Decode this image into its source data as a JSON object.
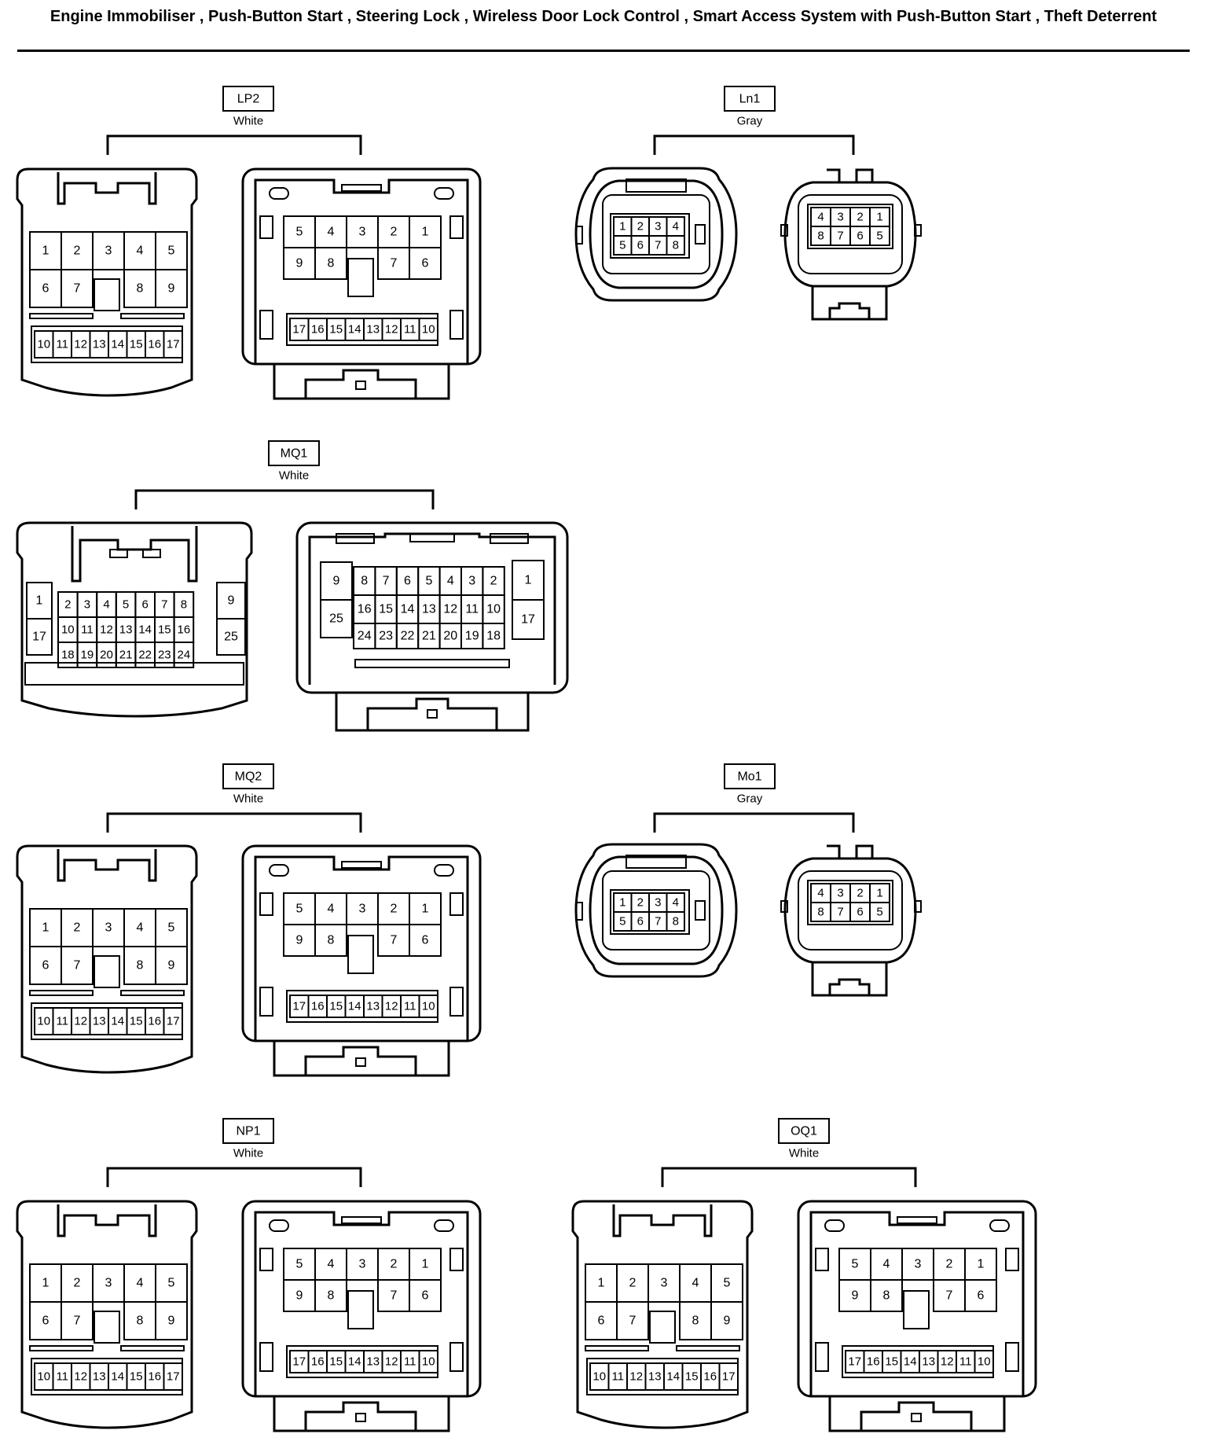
{
  "title": "Engine Immobiliser , Push-Button Start , Steering Lock , Wireless Door Lock Control , Smart Access System with Push-Button Start , Theft Deterrent",
  "colors": {
    "ink": "#000000",
    "background": "#ffffff"
  },
  "connectors": [
    {
      "id": "LP2",
      "color": "White",
      "type": "17-pin",
      "female_pins": [
        "1",
        "2",
        "3",
        "4",
        "5",
        "6",
        "7",
        "8",
        "9",
        "10",
        "11",
        "12",
        "13",
        "14",
        "15",
        "16",
        "17"
      ],
      "male_pins": [
        "5",
        "4",
        "3",
        "2",
        "1",
        "9",
        "8",
        "7",
        "6",
        "17",
        "16",
        "15",
        "14",
        "13",
        "12",
        "11",
        "10"
      ]
    },
    {
      "id": "Ln1",
      "color": "Gray",
      "type": "8-pin",
      "female_pins": [
        "1",
        "2",
        "3",
        "4",
        "5",
        "6",
        "7",
        "8"
      ],
      "male_pins": [
        "4",
        "3",
        "2",
        "1",
        "8",
        "7",
        "6",
        "5"
      ]
    },
    {
      "id": "MQ1",
      "color": "White",
      "type": "25-pin",
      "female_pins": [
        "1",
        "2",
        "3",
        "4",
        "5",
        "6",
        "7",
        "8",
        "9",
        "17",
        "10",
        "11",
        "12",
        "13",
        "14",
        "15",
        "16",
        "25",
        "18",
        "19",
        "20",
        "21",
        "22",
        "23",
        "24"
      ],
      "male_pins": [
        "9",
        "8",
        "7",
        "6",
        "5",
        "4",
        "3",
        "2",
        "1",
        "25",
        "16",
        "15",
        "14",
        "13",
        "12",
        "11",
        "10",
        "17",
        "24",
        "23",
        "22",
        "21",
        "20",
        "19",
        "18"
      ]
    },
    {
      "id": "MQ2",
      "color": "White",
      "type": "17-pin",
      "female_pins": [
        "1",
        "2",
        "3",
        "4",
        "5",
        "6",
        "7",
        "8",
        "9",
        "10",
        "11",
        "12",
        "13",
        "14",
        "15",
        "16",
        "17"
      ],
      "male_pins": [
        "5",
        "4",
        "3",
        "2",
        "1",
        "9",
        "8",
        "7",
        "6",
        "17",
        "16",
        "15",
        "14",
        "13",
        "12",
        "11",
        "10"
      ]
    },
    {
      "id": "Mo1",
      "color": "Gray",
      "type": "8-pin",
      "female_pins": [
        "1",
        "2",
        "3",
        "4",
        "5",
        "6",
        "7",
        "8"
      ],
      "male_pins": [
        "4",
        "3",
        "2",
        "1",
        "8",
        "7",
        "6",
        "5"
      ]
    },
    {
      "id": "NP1",
      "color": "White",
      "type": "17-pin",
      "female_pins": [
        "1",
        "2",
        "3",
        "4",
        "5",
        "6",
        "7",
        "8",
        "9",
        "10",
        "11",
        "12",
        "13",
        "14",
        "15",
        "16",
        "17"
      ],
      "male_pins": [
        "5",
        "4",
        "3",
        "2",
        "1",
        "9",
        "8",
        "7",
        "6",
        "17",
        "16",
        "15",
        "14",
        "13",
        "12",
        "11",
        "10"
      ]
    },
    {
      "id": "OQ1",
      "color": "White",
      "type": "17-pin",
      "female_pins": [
        "1",
        "2",
        "3",
        "4",
        "5",
        "6",
        "7",
        "8",
        "9",
        "10",
        "11",
        "12",
        "13",
        "14",
        "15",
        "16",
        "17"
      ],
      "male_pins": [
        "5",
        "4",
        "3",
        "2",
        "1",
        "9",
        "8",
        "7",
        "6",
        "17",
        "16",
        "15",
        "14",
        "13",
        "12",
        "11",
        "10"
      ]
    }
  ]
}
